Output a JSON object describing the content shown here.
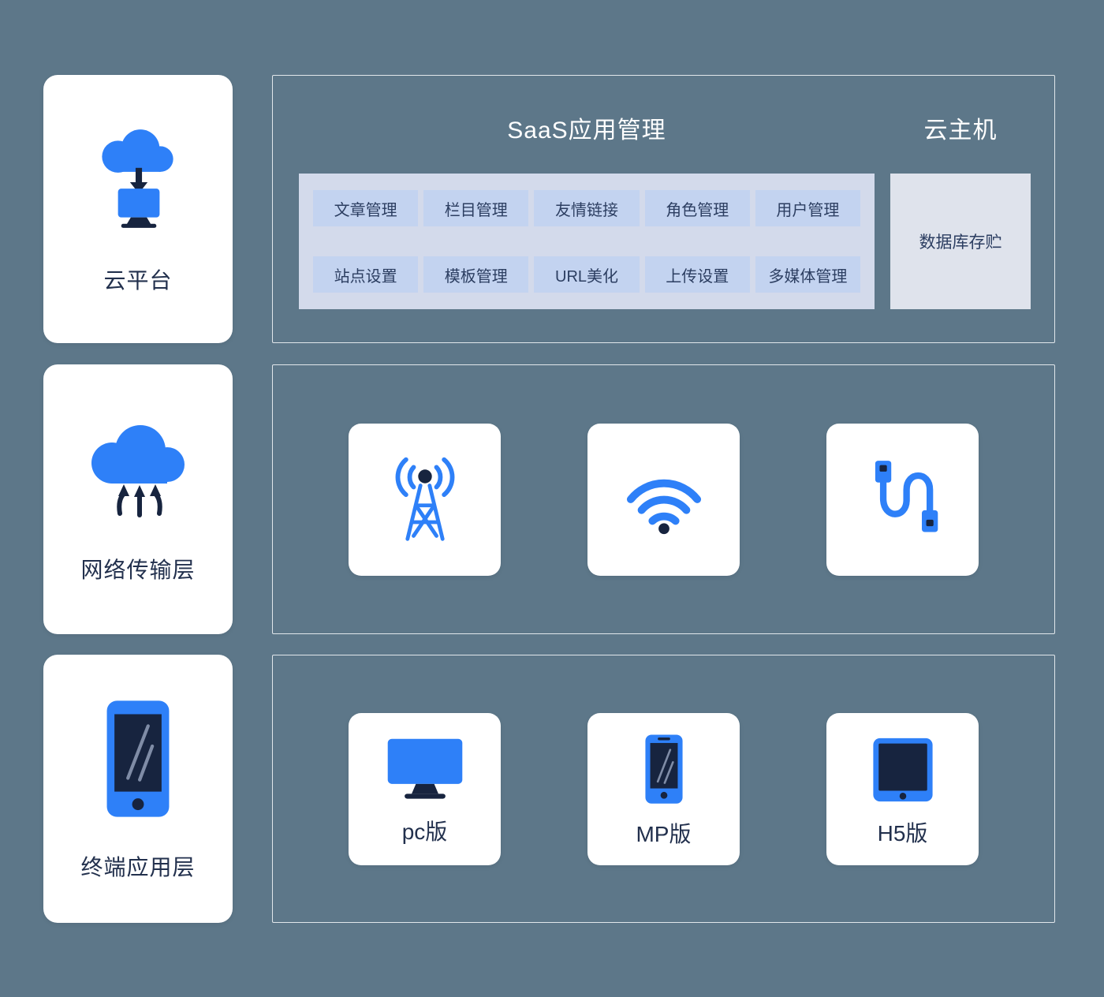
{
  "colors": {
    "background": "#5d7789",
    "accent_blue": "#2e80f8",
    "dark_navy": "#17243f",
    "chip_bg": "#c3d3f0",
    "chip_area_bg": "#d3daeb",
    "db_bg": "#dfe3ec",
    "card_bg": "#ffffff",
    "title_text": "#ffffff",
    "label_text": "#22304d"
  },
  "icons": [
    "cloud-download-monitor-icon",
    "cloud-upload-icon",
    "smartphone-icon",
    "antenna-tower-icon",
    "wifi-icon",
    "usb-cable-icon",
    "desktop-monitor-icon",
    "mobile-phone-icon",
    "tablet-icon"
  ],
  "layers": {
    "cloud": {
      "label": "云平台",
      "panel": {
        "saas_title": "SaaS应用管理",
        "host_title": "云主机",
        "modules_row1": [
          "文章管理",
          "栏目管理",
          "友情链接",
          "角色管理",
          "用户管理"
        ],
        "modules_row2": [
          "站点设置",
          "模板管理",
          "URL美化",
          "上传设置",
          "多媒体管理"
        ],
        "db_label": "数据库存贮"
      }
    },
    "network": {
      "label": "网络传输层"
    },
    "terminal": {
      "label": "终端应用层",
      "cards": [
        {
          "label": "pc版"
        },
        {
          "label": "MP版"
        },
        {
          "label": "H5版"
        }
      ]
    }
  }
}
